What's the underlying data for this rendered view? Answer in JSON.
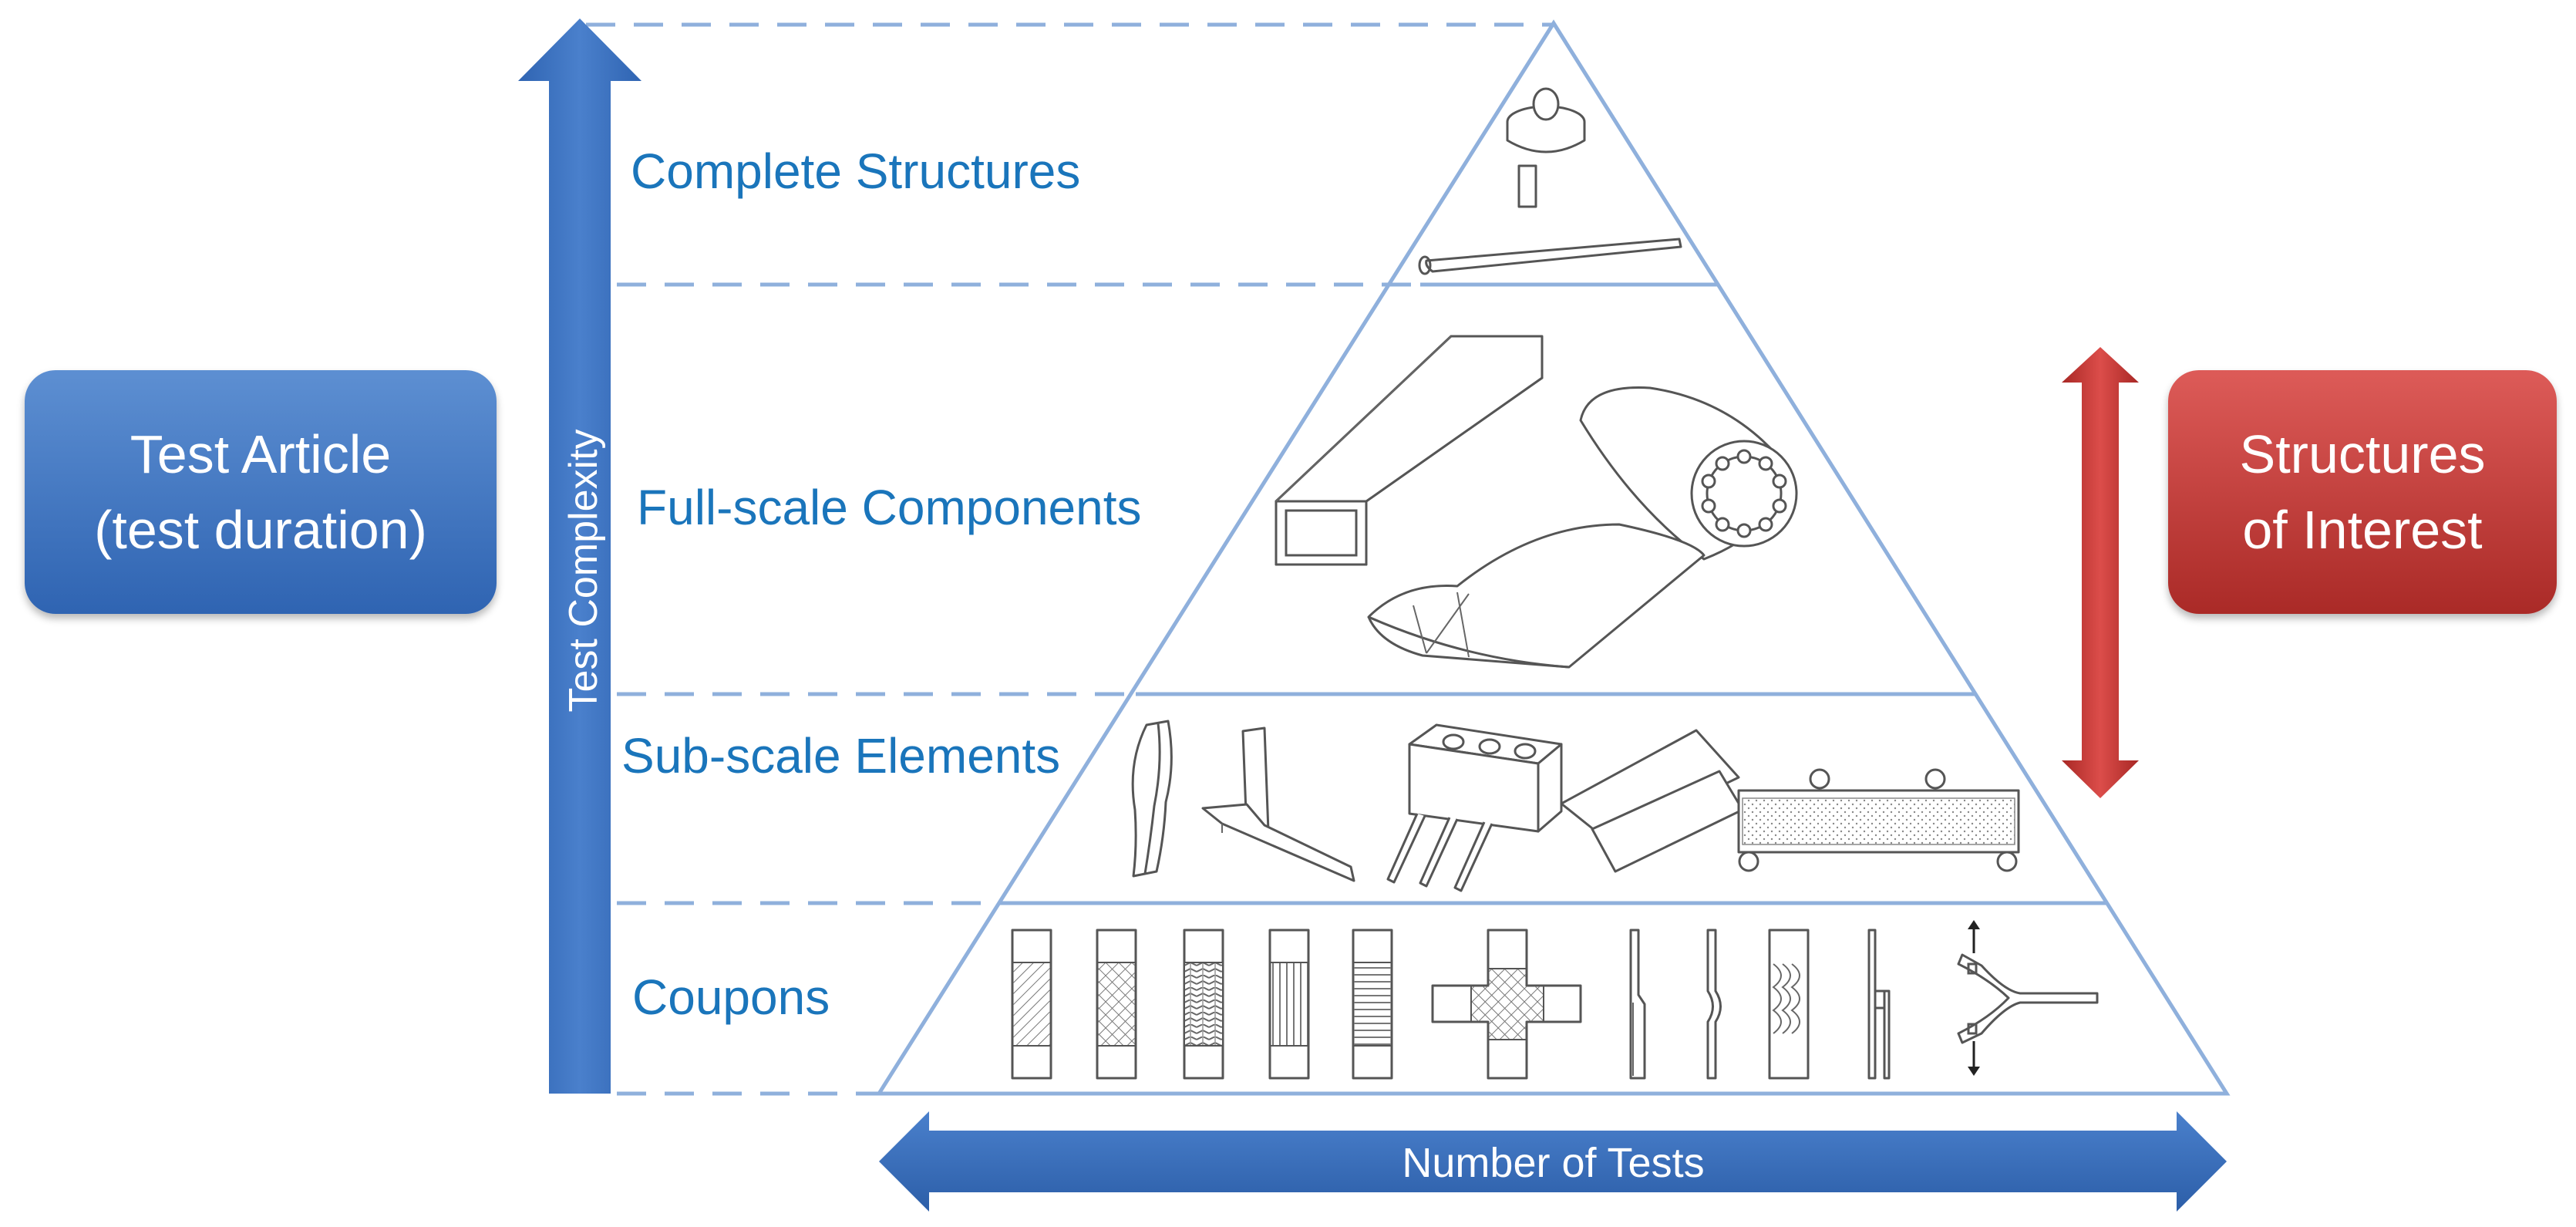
{
  "left_box": {
    "line1": "Test Article",
    "line2": "(test duration)",
    "color": "#3a6fc0"
  },
  "right_box": {
    "line1": "Structures",
    "line2": "of Interest",
    "color": "#c63b38"
  },
  "vertical_axis": {
    "label": "Test Complexity",
    "color": "#3a6fc0"
  },
  "horizontal_axis": {
    "label": "Number of Tests",
    "color": "#3a6fc0"
  },
  "tiers": [
    {
      "label": "Complete Structures"
    },
    {
      "label": "Full-scale Components"
    },
    {
      "label": "Sub-scale Elements"
    },
    {
      "label": "Coupons"
    }
  ],
  "colors": {
    "tier_text": "#1a75bb",
    "pyramid_line": "#8fb0dc",
    "dash_line": "#8fb0dc",
    "sketch_line": "#555555"
  }
}
